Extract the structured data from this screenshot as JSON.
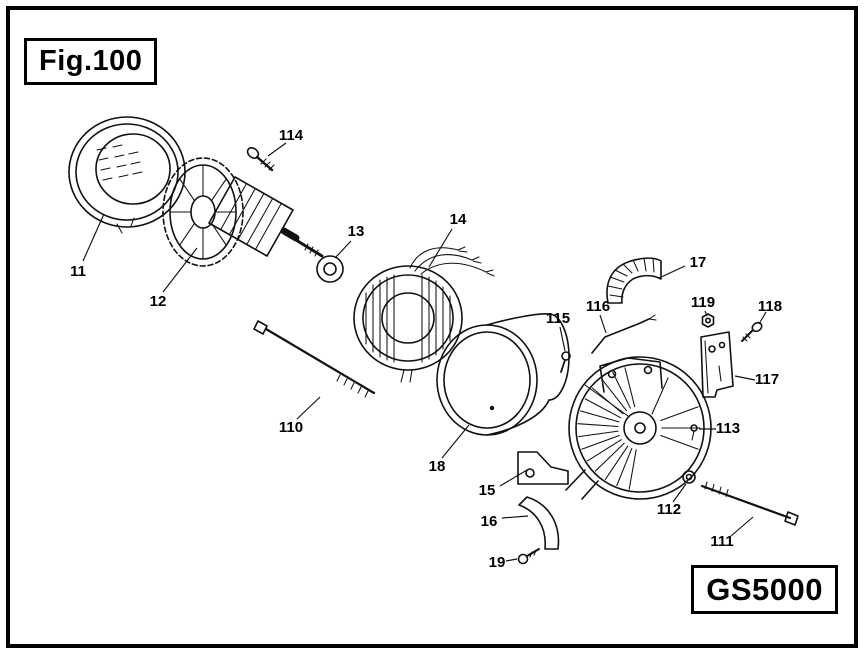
{
  "figure_label": "Fig.100",
  "model_label": "GS5000",
  "diagram": {
    "callouts": [
      {
        "label": "11"
      },
      {
        "label": "12"
      },
      {
        "label": "13"
      },
      {
        "label": "14"
      },
      {
        "label": "15"
      },
      {
        "label": "16"
      },
      {
        "label": "17"
      },
      {
        "label": "18"
      },
      {
        "label": "19"
      },
      {
        "label": "110"
      },
      {
        "label": "111"
      },
      {
        "label": "112"
      },
      {
        "label": "113"
      },
      {
        "label": "114"
      },
      {
        "label": "115"
      },
      {
        "label": "116"
      },
      {
        "label": "117"
      },
      {
        "label": "118"
      },
      {
        "label": "119"
      }
    ]
  }
}
